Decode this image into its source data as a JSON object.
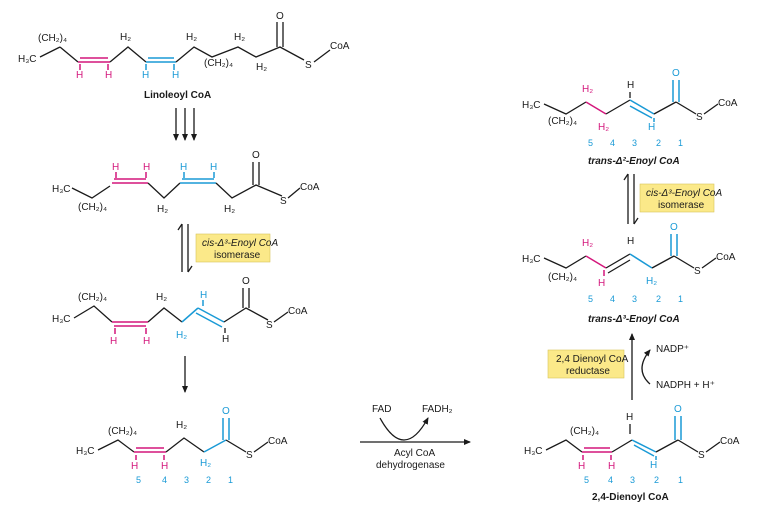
{
  "compounds": {
    "linoleoyl": "Linoleoyl CoA",
    "trans2": "trans-Δ²-Enoyl CoA",
    "trans3": "trans-Δ³-Enoyl CoA",
    "dienoyl": "2,4-Dienoyl CoA"
  },
  "atoms": {
    "h3c": "H₃C",
    "ch2_4": "(CH₂)₄",
    "h2": "H₂",
    "h": "H",
    "c": "C",
    "o": "O",
    "s": "S",
    "coa": "CoA"
  },
  "enzymes": {
    "isomerase_1": "cis-Δ³-Enoyl CoA",
    "isomerase_2": "isomerase",
    "reductase_1": "2,4 Dienoyl CoA",
    "reductase_2": "reductase",
    "dehydrogenase_1": "Acyl CoA",
    "dehydrogenase_2": "dehydrogenase"
  },
  "cofactors": {
    "fad": "FAD",
    "fadh2": "FADH₂",
    "nadp": "NADP⁺",
    "nadph": "NADPH + H⁺"
  },
  "numbering": [
    "5",
    "4",
    "3",
    "2",
    "1"
  ],
  "colors": {
    "magenta": "#d4177c",
    "cyan": "#1a9ad6",
    "enzyme_box": "#fbe989"
  }
}
